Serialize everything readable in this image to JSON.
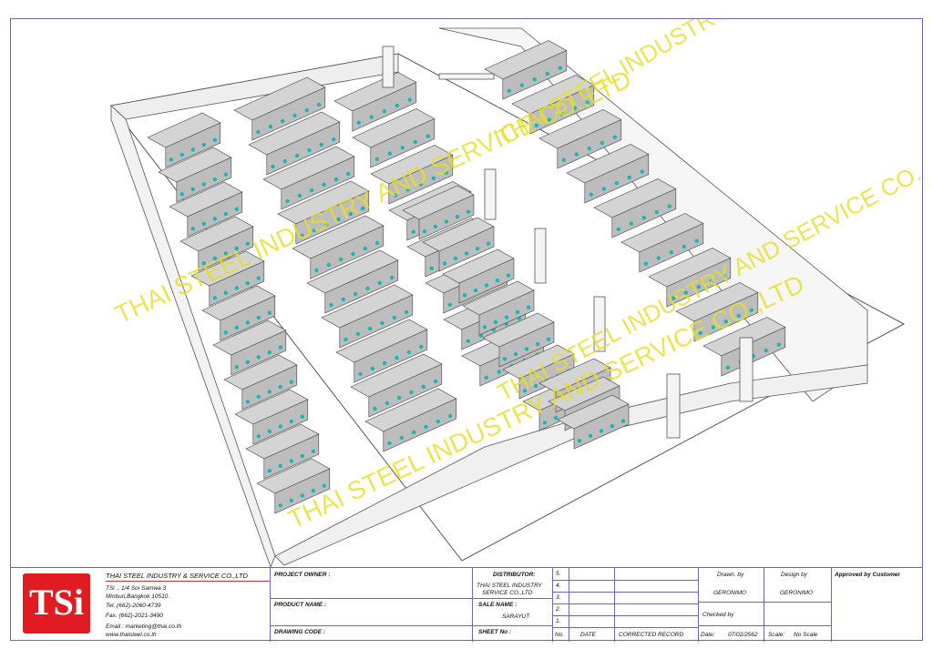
{
  "watermark": "THAI STEEL INDUSTRY AND SERVICE CO.,LTD",
  "logo_text": "TSi",
  "company": {
    "name": "THAI STEEL INDUSTRY & SERVICE CO.,LTD",
    "address1": "TSi ., 1/4 Soi Samwa 3",
    "address2": "Minburi,Bangkok 10510.",
    "tel": "Tel. (662)-2060-4739",
    "fax": "Fax. (662)-2021-3490",
    "email": "Email : marketing@thai.co.th",
    "web": "www.thaisteel.co.th"
  },
  "title_block": {
    "project_owner_label": "PROJECT OWNER :",
    "product_name_label": "PRODUCT NAME :",
    "drawing_code_label": "DRAWING CODE :",
    "distributor_label": "DISTRIBUTOR:",
    "distributor_value_1": "THAI STEEL INDUSTRY",
    "distributor_value_2": "SERVICE CO.,LTD",
    "sale_name_label": "SALE NAME :",
    "sale_name_value": "SARAYUT",
    "sheet_no_label": "SHEET No :",
    "rev_numbers": [
      "5.",
      "4.",
      "3.",
      "2.",
      "1."
    ],
    "col_no": "No.",
    "col_date": "DATE",
    "col_record": "CORRECTED RECORD",
    "drawn_by_label": "Drawn. by",
    "drawn_by_value": "GERONIMO",
    "design_by_label": "Design by",
    "design_by_value": "GERONIMO",
    "checked_by_label": "Checked by",
    "date_label": "Date:",
    "date_value": "07/02/2562",
    "scale_label": "Scale:",
    "scale_value": "No Scale",
    "approved_label": "Approved by Customer"
  },
  "colors": {
    "brand_red": "#e01b22",
    "border": "#6a6aa8",
    "watermark": "#e6df2a",
    "accent_teal": "#1ab6b6"
  }
}
